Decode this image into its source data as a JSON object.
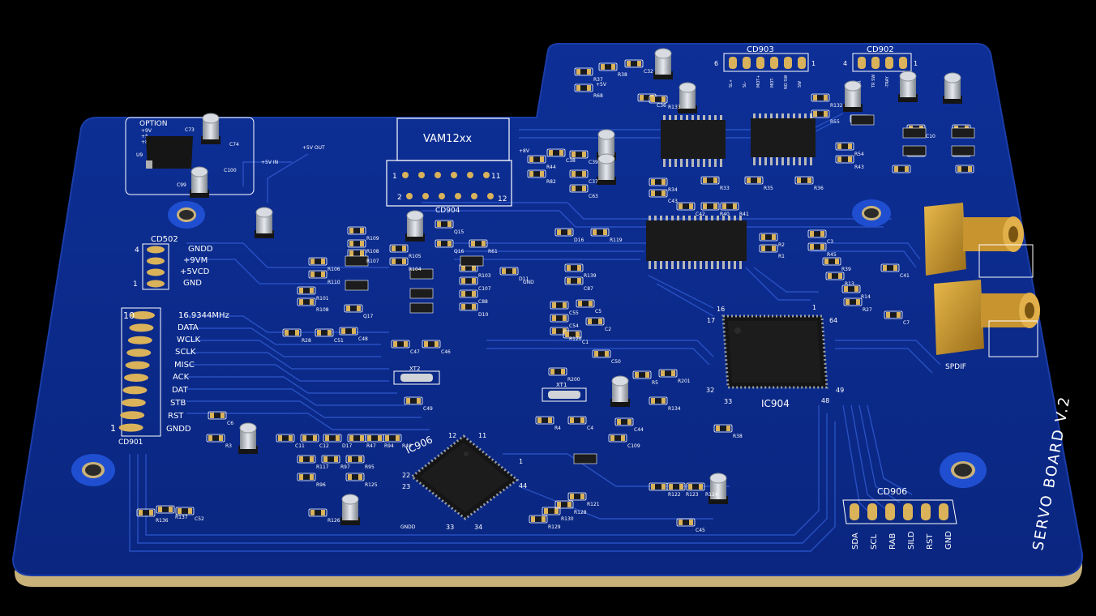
{
  "board": {
    "title": "SERVO BOARD V.2",
    "colors": {
      "mask": "#0b2a8a",
      "mask_edge": "#1a3da8",
      "edge": "#c9b27a",
      "trace": "#2c55c8",
      "silk": "#ffffff",
      "pad": "#d9b25a",
      "chip": "#1a1a1a",
      "gold": "#c8962e"
    },
    "option_block": {
      "title": "OPTION",
      "lines": [
        "+9V",
        "+5",
        "+8V"
      ],
      "ref": "U9",
      "caps": [
        "C73",
        "C74",
        "C99",
        "C100"
      ]
    },
    "vam_module": {
      "label": "VAM12xx",
      "ref": "CD904",
      "pins": [
        "1",
        "11",
        "2",
        "12"
      ]
    },
    "cd502": {
      "ref": "CD502",
      "pin_first": "4",
      "pin_last": "1",
      "signals": [
        "GNDD",
        "+9VM",
        "+5VCD",
        "GND"
      ]
    },
    "cd901": {
      "ref": "CD901",
      "pin_first": "10",
      "pin_last": "1",
      "signals": [
        "16.9344MHz",
        "DATA",
        "WCLK",
        "SCLK",
        "MISC",
        "ACK",
        "DAT",
        "STB",
        "RST",
        "GNDD"
      ]
    },
    "cd903": {
      "ref": "CD903",
      "pin_first": "6",
      "pin_last": "1",
      "signals": [
        "SL+",
        "SL-",
        "MOT+",
        "MOT-",
        "NO SW",
        "SW"
      ]
    },
    "cd902": {
      "ref": "CD902",
      "pin_first": "4",
      "pin_last": "1",
      "signals": [
        "TR",
        "TR SW",
        "-TRAY",
        "+"
      ]
    },
    "cd906": {
      "ref": "CD906",
      "signals": [
        "SDA",
        "SCL",
        "RAB",
        "SILD",
        "RST",
        "GND"
      ]
    },
    "ics": {
      "ic904": {
        "ref": "IC904",
        "pins": [
          "16",
          "1",
          "17",
          "64",
          "32",
          "33",
          "48",
          "49"
        ]
      },
      "ic906": {
        "ref": "IC906",
        "pins": [
          "12",
          "11",
          "22",
          "23",
          "33",
          "34",
          "44",
          "1"
        ]
      }
    },
    "crystals": [
      "XT1",
      "XT2"
    ],
    "spdif": "SPDIF",
    "nets": [
      "+5V OUT",
      "+5V IN",
      "+8V",
      "+5V",
      "GND",
      "GNDD"
    ],
    "refs": [
      "R37",
      "R38",
      "C32",
      "R68",
      "C36",
      "R133",
      "R132",
      "R55",
      "R54",
      "R43",
      "R44",
      "C38",
      "C39",
      "R82",
      "C37",
      "C63",
      "R34",
      "R33",
      "R35",
      "R36",
      "C43",
      "C42",
      "R40",
      "R41",
      "R109",
      "R108",
      "R107",
      "R106",
      "R110",
      "R101",
      "R108",
      "Q17",
      "Q15",
      "Q16",
      "R61",
      "R105",
      "R104",
      "R103",
      "C107",
      "C88",
      "D10",
      "D11",
      "D16",
      "R119",
      "R139",
      "C87",
      "C55",
      "C54",
      "R120",
      "C5",
      "C2",
      "C1",
      "R2",
      "R1",
      "C3",
      "R45",
      "R39",
      "R13",
      "R14",
      "R27",
      "R28",
      "C51",
      "C48",
      "C47",
      "C46",
      "C49",
      "C50",
      "R200",
      "R201",
      "R5",
      "R134",
      "C44",
      "C109",
      "R4",
      "C4",
      "R38",
      "C6",
      "R3",
      "C11",
      "C12",
      "D17",
      "R47",
      "R94",
      "R49",
      "R117",
      "R97",
      "R95",
      "R96",
      "R125",
      "R126",
      "R136",
      "R137",
      "C52",
      "R129",
      "R130",
      "R128",
      "R121",
      "R122",
      "R123",
      "R124",
      "C45",
      "C41",
      "C7",
      "C10"
    ]
  }
}
